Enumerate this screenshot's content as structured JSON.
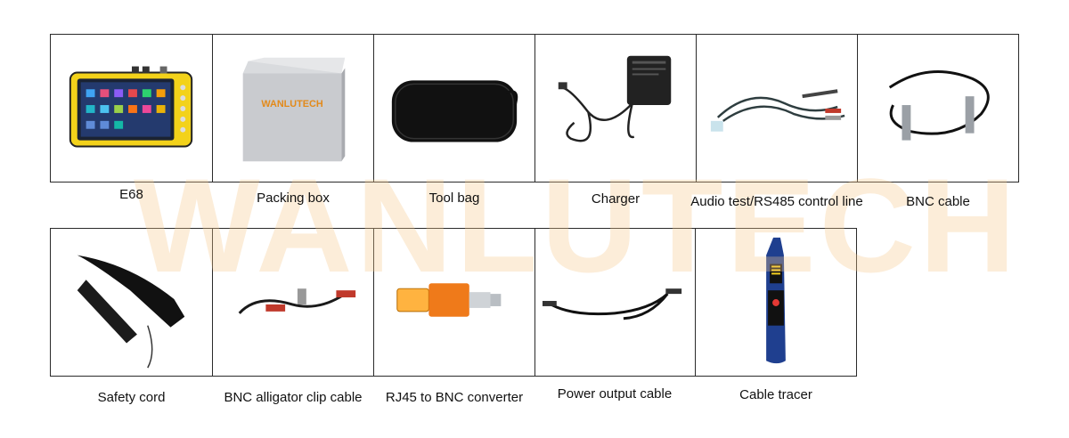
{
  "watermark": "WANLUTECH",
  "box_brand": "WANLUTECH",
  "row1": [
    {
      "label": "E68"
    },
    {
      "label": "Packing box"
    },
    {
      "label": "Tool bag"
    },
    {
      "label": "Charger"
    },
    {
      "label": "Audio test/RS485 control line"
    },
    {
      "label": "BNC cable"
    }
  ],
  "row2": [
    {
      "label": "Safety cord"
    },
    {
      "label": "BNC alligator clip cable"
    },
    {
      "label": "RJ45 to BNC converter"
    },
    {
      "label": "Power output cable"
    },
    {
      "label": "Cable tracer"
    }
  ]
}
